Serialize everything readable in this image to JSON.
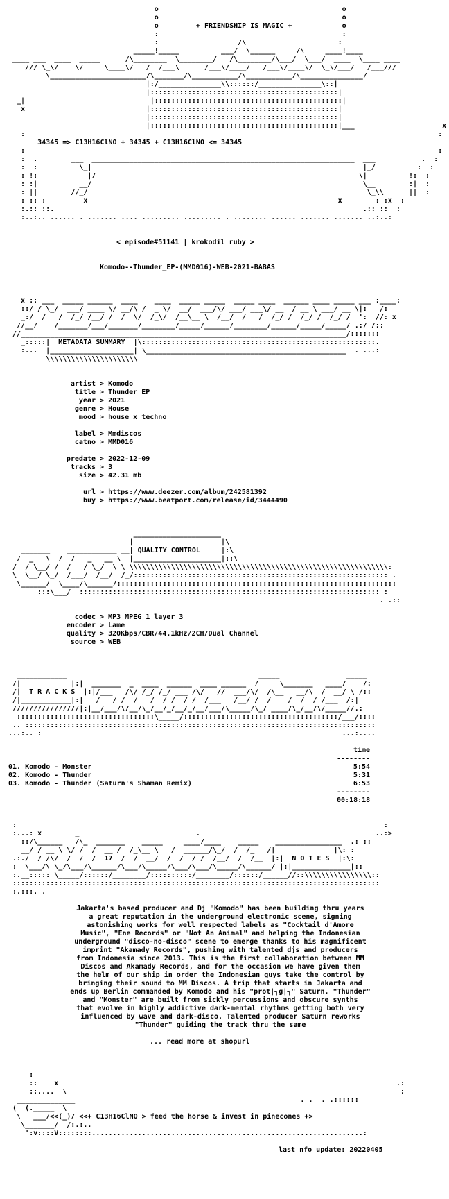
{
  "header": {
    "banner_art": [
      "                                   o                                            o",
      "                                   o                                            o",
      "                                   o         + FRIENDSHIP IS MAGIC +            o",
      "                                   :                                            :",
      "                                   :                   /\\                      :",
      "                              _____!_____          ___/  \\______     /\\     ____!____",
      " ____ ___  ____  _____      /\\________  \\________/   /\\________/\\___/  \\___/  ____  \\____ ____",
      "    /// \\_\\/    \\/     \\____\\/   /  /___\\      /___\\/____/   /___\\/____\\/  \\_\\/___/   /___///",
      "         \\_______________________/\\_______/\\___________/\\___________/\\_______________/",
      "                                 |:/_______________\\\\::::::/_______________\\::|",
      "                                 |:::::::::::::::::::::::::::::::::::::::::::::|",
      "  _|                              |:::::::::::::::::::::::::::::::::::::::::::::|",
      "   x                             |:::::::::::::::::::::::::::::::::::::::::::::|",
      "                                 |:::::::::::::::::::::::::::::::::::::::::::::|",
      "                                 |:::::::::::::::::::::::::::::::::::::::::::::|___                     x",
      "   :                                                                                                   :"
    ],
    "formula_line": "       34345 => C13H16ClNO + 34345 + C13H16ClNO <= 34345",
    "frame_art": [
      "   :                                                                                                   :",
      "   :  .        ___  _______________________________________________________________  ___           .  :",
      "   :  :          \\_|                                                                 |_/          :  :",
      "   : !:            |/                                                               \\|          !:  :",
      "   : :|          __/                                                                 \\__        :|  :",
      "   : ||        //_/                                                                   \\_\\\\      ||  :",
      "   : :: :         x                                                            x        : :x  :",
      "   :.:: ::.                                                                          .:: ::  :",
      "   :..:.. ...... . ....... .... ......... ......... . ........ ...... ....... ....... ..:..:"
    ]
  },
  "release_header": {
    "episode_line": "< episode#51141 | krokodil ruby >",
    "release_name": "Komodo--Thunder_EP-(MMD016)-WEB-2021-BABAS"
  },
  "metadata_section": {
    "banner_art": [
      "   x :: ___  _____ ______  ____    ____  _____ _____  _____ ____  ______ ____ _____ ___ :____:",
      "   ::/ / \\_/  ___/ ____ \\/ __/\\ /  _ \\/  __/  ___/\\/ ___/ ___\\/ __  / __ \\ ___/ __ \\|:   /:",
      "   _:/  /   /  /_/ /__/ /  /  \\/  /_\\/  /__\\__ \\  /__/  /   /  /_/ /  /_/ /  /_/ /  ':  //: x",
      "  //__/    /_______/___/_______/________/_____/______/________/______/_____/_____/ .:/ /::",
      " //______________________________________________________________________________/:::::::",
      "   _:::::|  METADATA SUMMARY  |\\::::::::::::::::::::::::::::::::::::::::::::::::::::::::.",
      "   :...  |____________________| \\________________________________________________  . ...:",
      "         \\\\\\\\\\\\\\\\\\\\\\\\\\\\\\\\\\\\\\\\\\\\"
    ],
    "fields": [
      {
        "label": "artist",
        "value": "Komodo"
      },
      {
        "label": "title",
        "value": "Thunder EP"
      },
      {
        "label": "year",
        "value": "2021"
      },
      {
        "label": "genre",
        "value": "House"
      },
      {
        "label": "mood",
        "value": "house x techno"
      },
      {
        "label": "label",
        "value": "Mmdiscos"
      },
      {
        "label": "catno",
        "value": "MMD016"
      },
      {
        "label": "predate",
        "value": "2022-12-09"
      },
      {
        "label": "tracks",
        "value": "3"
      },
      {
        "label": "size",
        "value": "42.31 mb"
      },
      {
        "label": "url",
        "value": "https://www.deezer.com/album/242581392"
      },
      {
        "label": "buy",
        "value": "https://www.beatport.com/release/id/3444490"
      }
    ]
  },
  "quality_section": {
    "banner_art": [
      "                              _____________________",
      "                             |                     |\\",
      "   _______    ____________ __| QUALITY CONTROL     |:\\",
      "  /  _   \\  /  /   _   __ \\  |_____________________|::\\",
      " /  / \\__/ /  /   / \\_/  \\ \\ \\\\\\\\\\\\\\\\\\\\\\\\\\\\\\\\\\\\\\\\\\\\\\\\\\\\\\\\\\\\\\\\\\\\\\\\\\\\\\\\\\\\\\\\\\\\\\\\\\\\\\\\\\\\\\\\\\\\\\\\\\\\:",
      " \\  \\__/ \\_/  /___/  /__/  /_/::::::::::::::::::::::::::::::::::::::::::::::::::::::::::::: .",
      "  \\______/  \\____/\\______/:::::::::::::::::::::::::::::::::::::::::::::::::::::::::::::::::::",
      "       :::\\___/  :::::::::::::::::::::::::::::::::::::::::::::::::::::::::::::::::::::::: :",
      "                                                                                         . .::"
    ],
    "fields": [
      {
        "label": "codec",
        "value": "MP3 MPEG 1 layer 3"
      },
      {
        "label": "encoder",
        "value": "Lame"
      },
      {
        "label": "quality",
        "value": "320Kbps/CBR/44.1kHz/2CH/Dual Channel"
      },
      {
        "label": "source",
        "value": "WEB"
      }
    ]
  },
  "tracks_section": {
    "banner_art": [
      "  ____________                                              _____                _____",
      " /|            |:|  _______  _  ____  ______  ____ ______  /     \\_______   ____/    /:",
      " /|  T R A C K S  |:|/___   /\\/ /_/ /_/ ___ /\\/   //  ___/\\/  /\\__   __/\\  /  __/ \\ /::",
      " /|____________|:|   /   / /  /   /  / /  / /  /___   /__/ /  /    /  /  / /___  /:|",
      " ////////////////|:|__/___/\\/__/\\_/__/_/__/_/__/___/\\_____/\\_/ ____/\\_/__/\\/_____//.:",
      "  :::::::::::::::::::::::::::::::::\\_____/:::::::::::::::::::::::::::::::::::::/___/::::",
      " .. ::::::::::::::::::::::::::::::::::::::::::::::::::::::::::::::::::::::::::::::::::::",
      "...:.. :                                                                        ...:...."
    ],
    "column_header": "time",
    "header_rule": "--------",
    "items": [
      {
        "num": "01.",
        "artist": "Komodo",
        "title": "Monster",
        "time": "5:54"
      },
      {
        "num": "02.",
        "artist": "Komodo",
        "title": "Thunder",
        "time": "5:31"
      },
      {
        "num": "03.",
        "artist": "Komodo",
        "title": "Thunder (Saturn's Shaman Remix)",
        "time": "6:53"
      }
    ],
    "footer_rule": "--------",
    "total_time": "00:18:18"
  },
  "notes_section": {
    "banner_art": [
      " :                                                                                        :",
      " :...: x        _                            .                                          ..:>",
      "   ::/\\______   /\\_  _______    _____     ____/____    _____    ________________  .: ::",
      "   __/ / __ \\ \\/ /  /  __ /  /_\\__ \\   /  ______/\\_/  /  /_   /|              |\\: :",
      " .:./  / /\\/  /  /  /  17  /  /  __/  /  /  / /  /__/  /  /__  |:|  N O T E S  |:\\:",
      " :  \\___/\\ \\_/\\___/\\______/\\___/\\_____/\\___/\\___/\\_____/\\______/ |:|______________|::",
      " :.__::::: \\_____/::::::/________/::::::::::/________/::::::/______//::\\\\\\\\\\\\\\\\\\\\\\\\\\\\\\\\::",
      " ::::::::::::::::::::::::::::::::::::::::::::::::::::::::::::::::::::::::::::::::::::::::",
      " :.:::. ."
    ],
    "paragraph_lines": [
      "Jakarta's based producer and Dj \"Komodo\" has been building thru years",
      "a great reputation in the underground electronic scene, signing",
      "astonishing works for well respected labels as \"Cocktail d'Amore",
      "Music\", \"Ene Records\" or \"Not An Animal\" and helping the Indonesian",
      "underground \"disco-no-disco\" scene to emerge thanks to his magnificent",
      "imprint \"Akamady Records\", pushing with talented djs and producers",
      "from Indonesia since 2013. This is the first collaboration between MM",
      "Discos and Akamady Records, and for the occasion we have given them",
      "the helm of our ship in order the Indonesian guys take the control by",
      "bringing their sound to MM Discos. A trip that starts in Jakarta and",
      "ends up Berlin commanded by Komodo and his \"prot|┐g|┐\" Saturn. \"Thunder\"",
      "and \"Monster\" are built from sickly percussions and obscure synths",
      "that evolve in highly addictive dark-mental rhythms getting both very",
      "influenced by wave and dark-disco. Talented producer Saturn reworks",
      "\"Thunder\" guiding the track thru the same"
    ],
    "read_more": "... read more at shopurl"
  },
  "footer": {
    "art": [
      "     :",
      "     ::    x                                                                                 .:",
      "     ::....  \\                                                                                :",
      "  ______________                                                      . .  . .::::::",
      " (  (._____  \\",
      "  \\   ___/<<(_)/ <<+ C13H16ClNO > feed the horse & invest in pinecones +>",
      "   \\_______/  /:.:..",
      "    ':v::::V::::::::.................................................................:"
    ],
    "last_update": "last nfo update: 20220405"
  }
}
